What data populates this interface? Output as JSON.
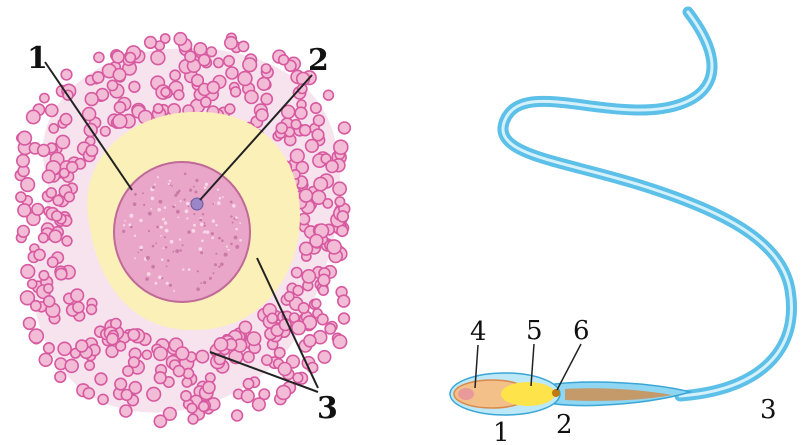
{
  "egg": {
    "labels": [
      "1",
      "2",
      "3"
    ],
    "colors": {
      "follicle_cells": "#d75aa0",
      "follicle_cell_fill": "#f3bcd6",
      "zona": "#fbf0b8",
      "cytoplasm": "#e9a6c8",
      "nucleus": "#9b86c7"
    }
  },
  "sperm": {
    "labels": [
      "1",
      "2",
      "3",
      "4",
      "5",
      "6"
    ],
    "colors": {
      "tail": "#5cc0e8",
      "tail_core": "#d6f1fb",
      "acrosome": "#f3c08a",
      "nucleus": "#ffe34a",
      "midpiece": "#c59a6a",
      "centriole": "#c07a12"
    }
  }
}
